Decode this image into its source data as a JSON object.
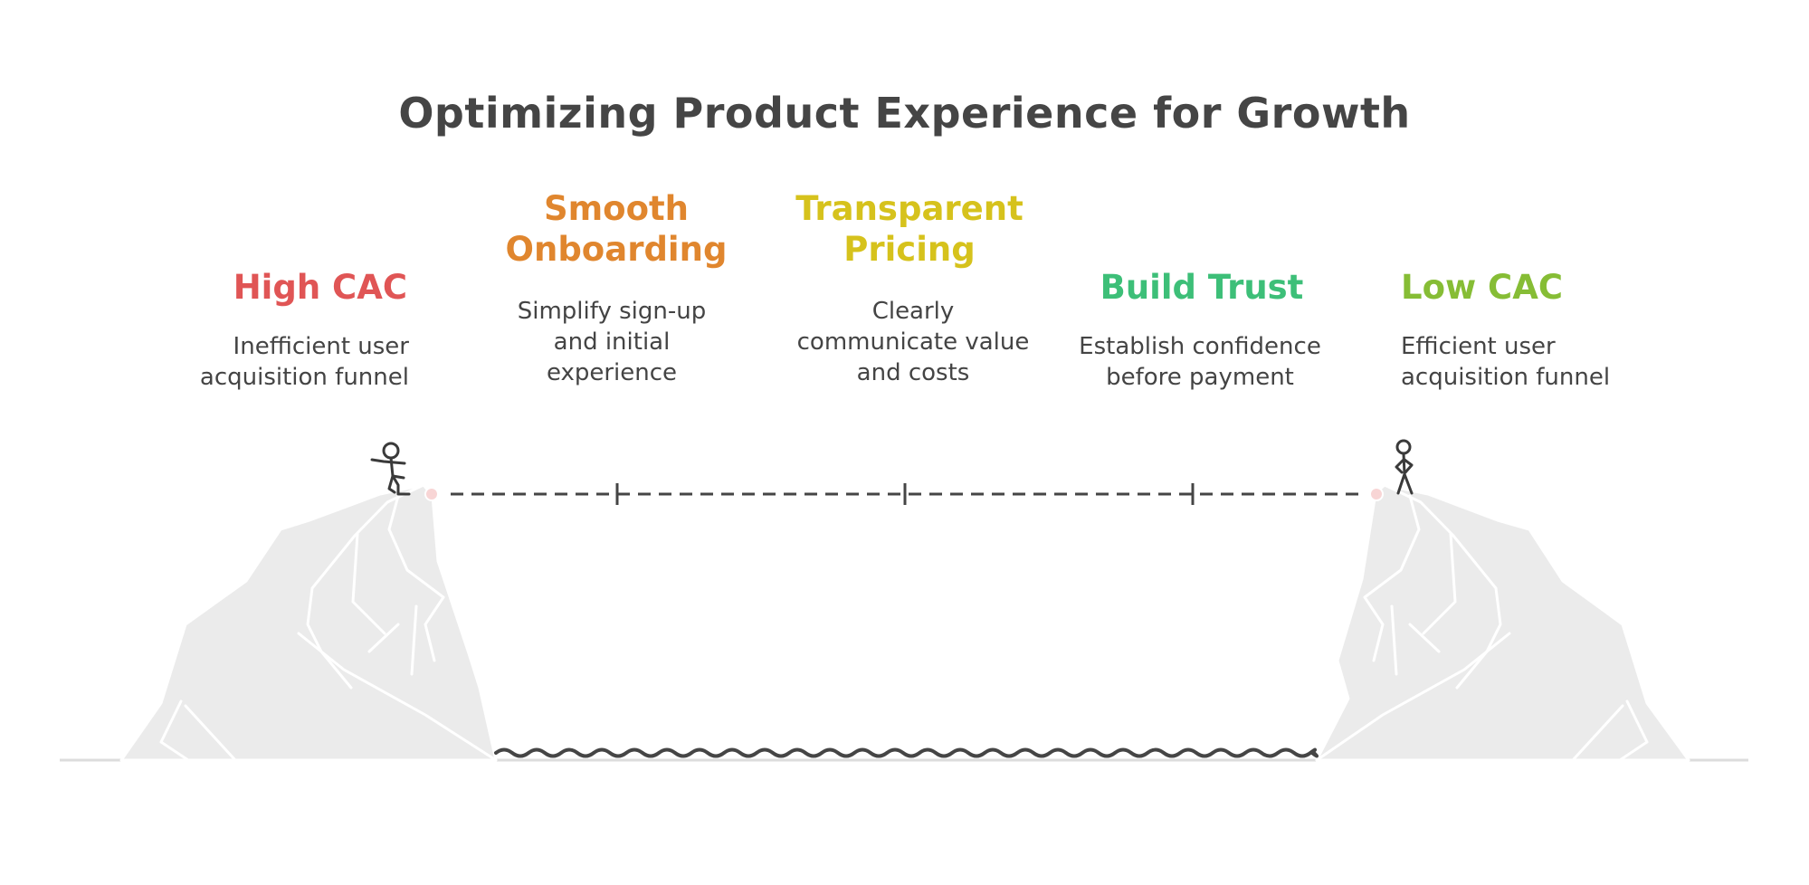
{
  "title": "Optimizing Product Experience for Growth",
  "stages": [
    {
      "heading": "High CAC",
      "description": "Inefficient user acquisition funnel",
      "color": "#e05555"
    },
    {
      "heading": "Smooth Onboarding",
      "description": "Simplify sign-up and initial experience",
      "color": "#e0862e"
    },
    {
      "heading": "Transparent Pricing",
      "description": "Clearly communicate value and costs",
      "color": "#d6c21c"
    },
    {
      "heading": "Build Trust",
      "description": "Establish confidence before payment",
      "color": "#3dbf78"
    },
    {
      "heading": "Low CAC",
      "description": "Efficient user acquisition funnel",
      "color": "#86bd35"
    }
  ],
  "colors": {
    "text": "#454545",
    "rock": "#ebebeb",
    "line": "#454545",
    "ground": "#dcdcdc"
  }
}
